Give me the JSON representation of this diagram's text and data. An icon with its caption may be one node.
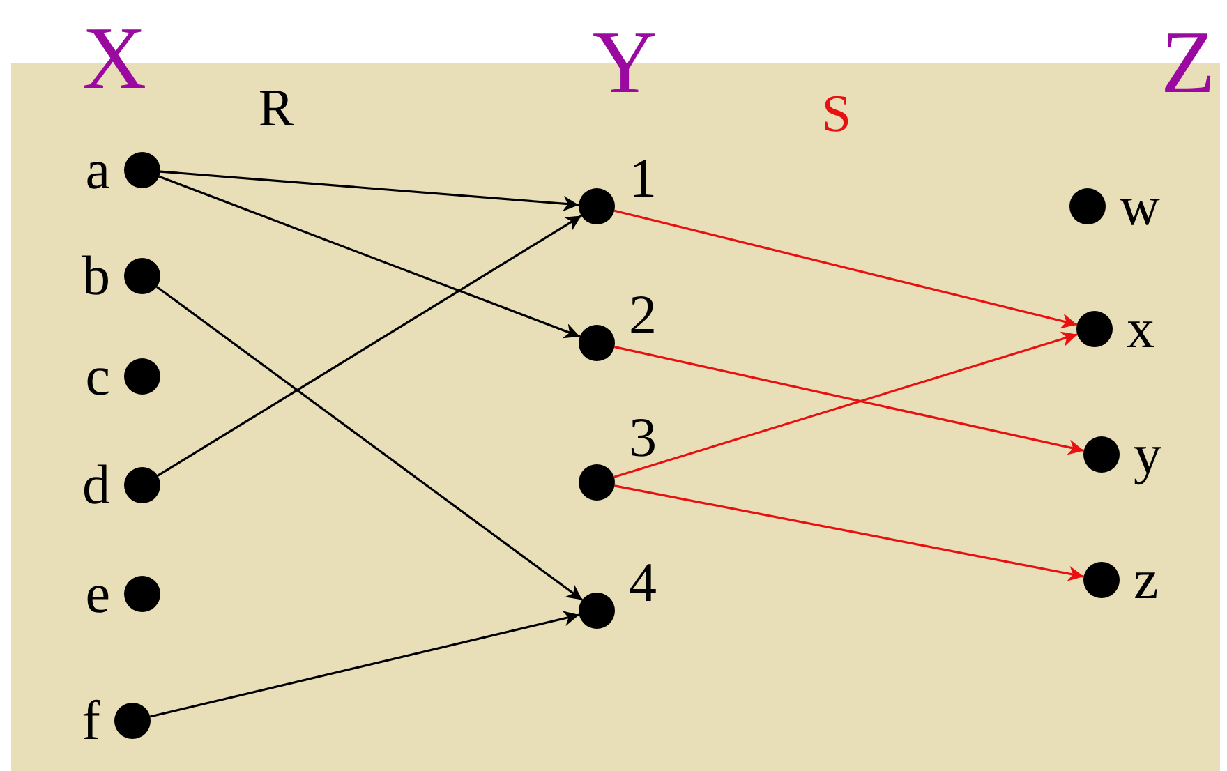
{
  "diagram": {
    "nodes": [
      {
        "text": [
          "a"
        ]
      },
      {
        "text": [
          "b"
        ]
      },
      {
        "text": [
          "c"
        ]
      },
      {
        "text": [
          "d"
        ]
      },
      {
        "text": [
          "e"
        ]
      },
      {
        "text": [
          "f"
        ]
      },
      {
        "text": [
          "1"
        ]
      },
      {
        "text": [
          "2"
        ]
      },
      {
        "text": [
          "3"
        ]
      },
      {
        "text": [
          "4"
        ]
      },
      {
        "text": [
          "w"
        ]
      },
      {
        "text": [
          "x"
        ]
      },
      {
        "text": [
          "y"
        ]
      },
      {
        "text": [
          "z"
        ]
      }
    ],
    "edges": [
      {
        "from": 0,
        "to": 6,
        "arrow": "to"
      },
      {
        "from": 0,
        "to": 7,
        "arrow": "to"
      },
      {
        "from": 1,
        "to": 9,
        "arrow": "to"
      },
      {
        "from": 3,
        "to": 6,
        "arrow": "to"
      },
      {
        "from": 5,
        "to": 9,
        "arrow": "to"
      },
      {
        "from": 6,
        "to": 11,
        "arrow": "to",
        "color": "#e81010"
      },
      {
        "from": 7,
        "to": 12,
        "arrow": "to",
        "color": "#e81010"
      },
      {
        "from": 8,
        "to": 11,
        "arrow": "to",
        "color": "#e81010"
      },
      {
        "from": 8,
        "to": 13,
        "arrow": "to",
        "color": "#e81010"
      }
    ],
    "labels": [
      "X",
      "Y",
      "Z",
      "R",
      "S"
    ]
  }
}
